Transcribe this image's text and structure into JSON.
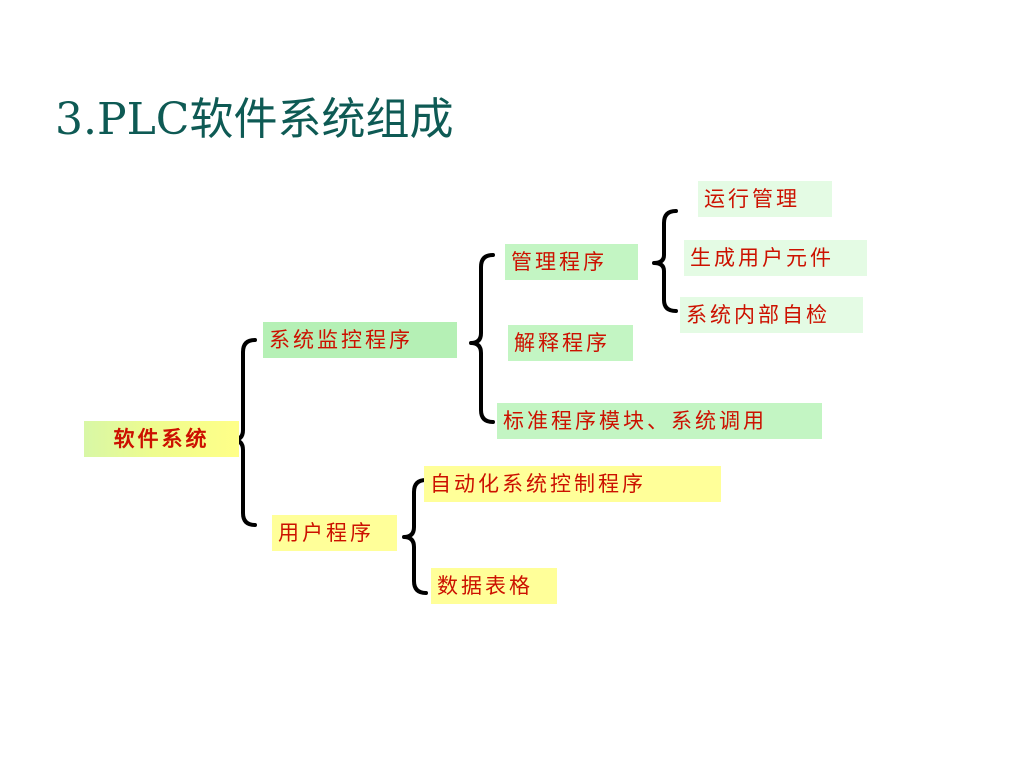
{
  "title": "3.PLC软件系统组成",
  "tree": {
    "root": "软件系统",
    "system_monitor": {
      "label": "系统监控程序",
      "management": {
        "label": "管理程序",
        "children": [
          "运行管理",
          "生成用户元件",
          "系统内部自检"
        ]
      },
      "interpreter": "解释程序",
      "standard_modules": "标准程序模块、系统调用"
    },
    "user_program": {
      "label": "用户程序",
      "children": [
        "自动化系统控制程序",
        "数据表格"
      ]
    }
  },
  "colors": {
    "title": "#0e5a54",
    "node_text": "#cc1100",
    "system_branch_fill": "#b5f0b5",
    "user_branch_fill": "#ffff99",
    "bracket": "#000000"
  }
}
